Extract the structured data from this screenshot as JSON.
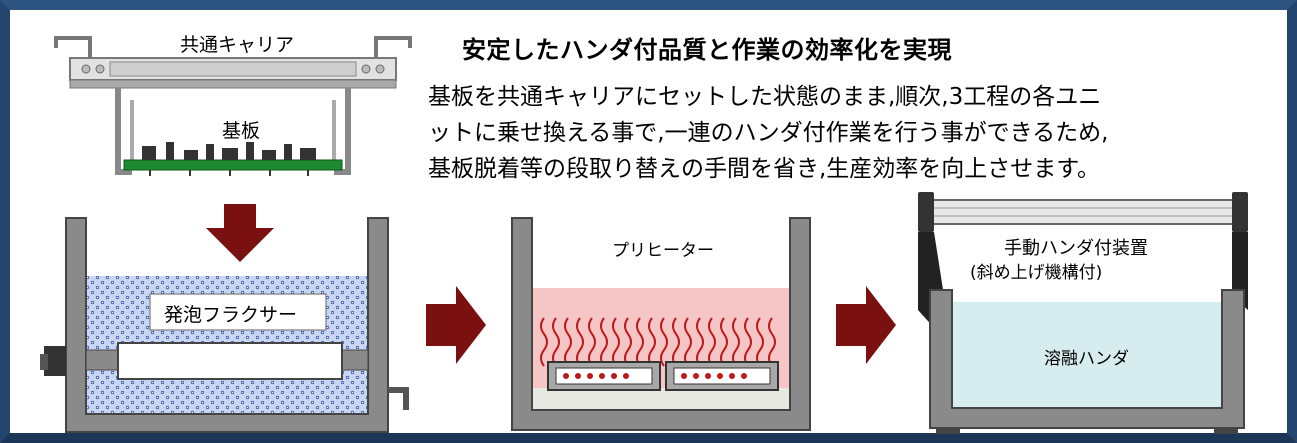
{
  "headline": "安定したハンダ付品質と作業の効率化を実現",
  "description_lines": [
    "基板を共通キャリアにセットした状態のまま,順次,3工程の各ユニ",
    "ットに乗せ換える事で,一連のハンダ付作業を行う事ができるため,",
    "基板脱着等の段取り替えの手間を省き,生産効率を向上させます。"
  ],
  "labels": {
    "carrier": "共通キャリア",
    "board": "基板",
    "fluxer": "発泡フラクサー",
    "preheater": "プリヒーター",
    "solder_device_line1": "手動ハンダ付装置",
    "solder_device_line2": "(斜め上げ機構付)",
    "molten_solder": "溶融ハンダ"
  },
  "colors": {
    "frame": "#24456e",
    "arrow": "#7a1010",
    "tank_wall": "#8a8a8a",
    "flux_fill": "#c9d6f2",
    "heater_fill": "#f6c6c6",
    "heater_wave": "#c01818",
    "solder_fill": "#d7ecee",
    "pcb": "#1d8a2f"
  }
}
